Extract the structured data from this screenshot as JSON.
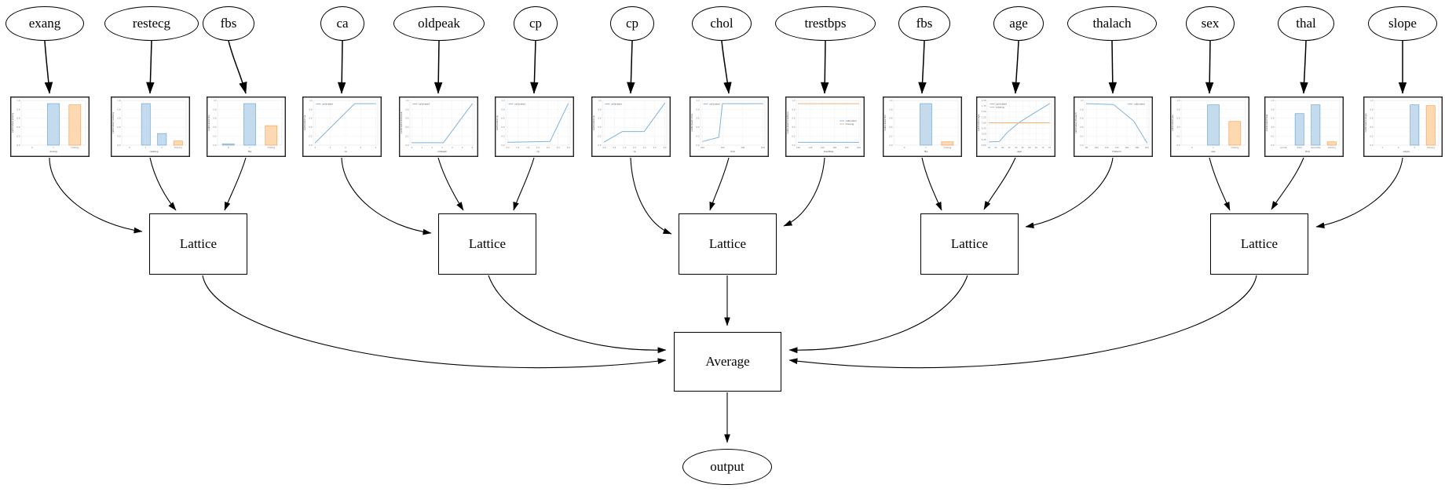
{
  "diagram": {
    "feature_nodes": [
      "exang",
      "restecg",
      "fbs",
      "ca",
      "oldpeak",
      "cp",
      "cp",
      "chol",
      "trestbps",
      "fbs",
      "age",
      "thalach",
      "sex",
      "thal",
      "slope"
    ],
    "lattice_label": "Lattice",
    "average_label": "Average",
    "output_label": "output",
    "structure": {
      "groups": [
        {
          "lattice": 1,
          "features": [
            "exang",
            "restecg",
            "fbs"
          ]
        },
        {
          "lattice": 2,
          "features": [
            "ca",
            "oldpeak",
            "cp"
          ]
        },
        {
          "lattice": 3,
          "features": [
            "cp",
            "chol",
            "trestbps"
          ]
        },
        {
          "lattice": 4,
          "features": [
            "fbs",
            "age",
            "thalach"
          ]
        },
        {
          "lattice": 5,
          "features": [
            "sex",
            "thal",
            "slope"
          ]
        }
      ],
      "aggregation": "Average",
      "output": "output"
    }
  },
  "colors": {
    "edge": "#000000",
    "node_border": "#000000",
    "chart_border": "#222222",
    "grid": "#ebebeb",
    "line_blue": "#7eb3de",
    "line_orange": "#fcae6b",
    "bar_blue_fill": "#c4daed",
    "bar_blue_edge": "#5d9fd3",
    "bar_orange_fill": "#fcd9b0",
    "bar_orange_edge": "#f79646",
    "tick_text": "#777777",
    "label_text": "#444444"
  },
  "chart_data": [
    {
      "feature": "exang",
      "type": "bar",
      "ylabel": "calibrated exang",
      "xlabel": "exang",
      "categories": [
        "0",
        "1",
        "missing"
      ],
      "values": [
        0,
        1.0,
        0.97
      ],
      "yticks": [
        "1.0",
        "0.8",
        "0.6",
        "0.4",
        "0.2",
        "0.0"
      ],
      "legend": [],
      "legend_pos": null
    },
    {
      "feature": "restecg",
      "type": "bar",
      "ylabel": "calibrated restecg",
      "xlabel": "restecg",
      "categories": [
        "0",
        "1",
        "2",
        "missing"
      ],
      "values": [
        0,
        1.0,
        0.28,
        0.1
      ],
      "yticks": [
        "1.0",
        "0.8",
        "0.6",
        "0.4",
        "0.2",
        "0.0"
      ],
      "legend": [],
      "legend_pos": null
    },
    {
      "feature": "fbs",
      "type": "bar",
      "ylabel": "calibrated fbs",
      "xlabel": "fbs",
      "categories": [
        "0",
        "1",
        "missing"
      ],
      "values": [
        0.03,
        1.0,
        0.47
      ],
      "yticks": [
        "1.0",
        "0.8",
        "0.6",
        "0.4",
        "0.2",
        "0.0"
      ],
      "legend": [],
      "legend_pos": null
    },
    {
      "feature": "ca",
      "type": "line",
      "ylabel": "calibrated ca",
      "xlabel": "ca",
      "series": [
        {
          "name": "calibrated",
          "color": "blue",
          "x": [
            0,
            0.65,
            1
          ],
          "y": [
            0.03,
            0.97,
            0.97
          ]
        }
      ],
      "xticks": [
        "0",
        "1",
        "2",
        "3",
        "4"
      ],
      "yticks": [
        "1.0",
        "0.8",
        "0.6",
        "0.4",
        "0.2",
        "0.0"
      ],
      "legend": [
        {
          "label": "calibrated",
          "color": "blue"
        }
      ],
      "legend_pos": "top-left"
    },
    {
      "feature": "oldpeak",
      "type": "line",
      "ylabel": "calibrated oldpeak",
      "xlabel": "oldpeak",
      "series": [
        {
          "name": "calibrated",
          "color": "blue",
          "x": [
            0,
            0.52,
            1
          ],
          "y": [
            0.03,
            0.03,
            0.97
          ]
        }
      ],
      "xticks": [
        "0",
        "1",
        "2",
        "3",
        "4",
        "5",
        "6"
      ],
      "yticks": [
        "1.0",
        "0.8",
        "0.6",
        "0.4",
        "0.2",
        "0.0"
      ],
      "legend": [
        {
          "label": "calibrated",
          "color": "blue"
        }
      ],
      "legend_pos": "top-left"
    },
    {
      "feature": "cp",
      "type": "line",
      "ylabel": "calibrated cp",
      "xlabel": "cp",
      "series": [
        {
          "name": "calibrated",
          "color": "blue",
          "x": [
            0,
            0.7,
            1
          ],
          "y": [
            0.04,
            0.06,
            0.97
          ]
        }
      ],
      "xticks": [
        "0.0",
        "0.5",
        "1.0",
        "1.5",
        "2.0",
        "2.5",
        "3.0"
      ],
      "yticks": [
        "1.0",
        "0.8",
        "0.6",
        "0.4",
        "0.2",
        "0.0"
      ],
      "legend": [
        {
          "label": "calibrated",
          "color": "blue"
        }
      ],
      "legend_pos": "top-left"
    },
    {
      "feature": "cp",
      "type": "line",
      "ylabel": "calibrated cp",
      "xlabel": "cp",
      "series": [
        {
          "name": "calibrated",
          "color": "blue",
          "x": [
            0,
            0.3,
            0.66,
            1
          ],
          "y": [
            0.05,
            0.3,
            0.3,
            0.98
          ]
        }
      ],
      "xticks": [
        "0.0",
        "0.5",
        "1.0",
        "1.5",
        "2.0",
        "2.5",
        "3.0"
      ],
      "yticks": [
        "1.0",
        "0.8",
        "0.6",
        "0.4",
        "0.2",
        "0.0"
      ],
      "legend": [
        {
          "label": "calibrated",
          "color": "blue"
        }
      ],
      "legend_pos": "top-left"
    },
    {
      "feature": "chol",
      "type": "line",
      "ylabel": "calibrated chol",
      "xlabel": "chol",
      "series": [
        {
          "name": "calibrated",
          "color": "blue",
          "x": [
            0,
            0.27,
            0.33,
            1
          ],
          "y": [
            0.06,
            0.16,
            0.97,
            0.97
          ]
        }
      ],
      "xticks": [
        "200",
        "300",
        "400",
        "500"
      ],
      "yticks": [
        "1.0",
        "0.8",
        "0.6",
        "0.4",
        "0.2",
        "0.0"
      ],
      "legend": [
        {
          "label": "calibrated",
          "color": "blue"
        }
      ],
      "legend_pos": "top-left"
    },
    {
      "feature": "trestbps",
      "type": "line",
      "ylabel": "calibrated trestbps",
      "xlabel": "trestbps",
      "series": [
        {
          "name": "calibrated",
          "color": "blue",
          "x": [
            0,
            1
          ],
          "y": [
            0.04,
            0.04
          ]
        },
        {
          "name": "missing",
          "color": "orange",
          "x": [
            0,
            1
          ],
          "y": [
            0.97,
            0.97
          ]
        }
      ],
      "xticks": [
        "100",
        "120",
        "140",
        "160",
        "180",
        "200"
      ],
      "yticks": [
        "1.0",
        "0.8",
        "0.6",
        "0.4",
        "0.2",
        "0.0"
      ],
      "legend": [
        {
          "label": "calibrated",
          "color": "blue"
        },
        {
          "label": "missing",
          "color": "orange"
        }
      ],
      "legend_pos": "center-right"
    },
    {
      "feature": "fbs",
      "type": "bar",
      "ylabel": "calibrated fbs",
      "xlabel": "fbs",
      "categories": [
        "0",
        "1",
        "missing"
      ],
      "values": [
        0,
        1.0,
        0.08
      ],
      "yticks": [
        "1.0",
        "0.8",
        "0.6",
        "0.4",
        "0.2",
        "0.0"
      ],
      "legend": [],
      "legend_pos": null
    },
    {
      "feature": "age",
      "type": "line",
      "ylabel": "calibrated age",
      "xlabel": "age",
      "series": [
        {
          "name": "calibrated",
          "color": "blue",
          "x": [
            0,
            0.17,
            0.3,
            0.5,
            0.72,
            1
          ],
          "y": [
            0.05,
            0.06,
            0.28,
            0.52,
            0.72,
            0.97
          ]
        },
        {
          "name": "missing",
          "color": "orange",
          "x": [
            0,
            1
          ],
          "y": [
            0.51,
            0.51
          ]
        }
      ],
      "xticks": [
        "30",
        "35",
        "40",
        "45",
        "50",
        "55",
        "60",
        "65",
        "70",
        "75"
      ],
      "yticks": [
        "2.00",
        "1.75",
        "1.50",
        "1.25",
        "1.00",
        "0.75",
        "0.50",
        "0.25",
        "0.00"
      ],
      "legend": [
        {
          "label": "calibrated",
          "color": "blue"
        },
        {
          "label": "missing",
          "color": "orange"
        }
      ],
      "legend_pos": "top-left"
    },
    {
      "feature": "thalach",
      "type": "line",
      "ylabel": "calibrated thalach",
      "xlabel": "thalach",
      "series": [
        {
          "name": "calibrated",
          "color": "blue",
          "x": [
            0,
            0.45,
            0.78,
            1
          ],
          "y": [
            0.97,
            0.95,
            0.55,
            0.03
          ]
        }
      ],
      "xticks": [
        "80",
        "100",
        "120",
        "140",
        "160",
        "180",
        "200"
      ],
      "yticks": [
        "1.0",
        "0.8",
        "0.6",
        "0.4",
        "0.2",
        "0.0"
      ],
      "legend": [
        {
          "label": "calibrated",
          "color": "blue"
        }
      ],
      "legend_pos": "top-right"
    },
    {
      "feature": "sex",
      "type": "bar",
      "ylabel": "calibrated sex",
      "xlabel": "sex",
      "categories": [
        "0",
        "1",
        "missing"
      ],
      "values": [
        0,
        0.97,
        0.57
      ],
      "yticks": [
        "1.0",
        "0.8",
        "0.6",
        "0.4",
        "0.2",
        "0.0"
      ],
      "legend": [],
      "legend_pos": null
    },
    {
      "feature": "thal",
      "type": "bar",
      "ylabel": "calibrated thal",
      "xlabel": "thal",
      "categories": [
        "normal",
        "fixed",
        "reversible",
        "missing"
      ],
      "values": [
        0,
        0.76,
        0.97,
        0.08
      ],
      "yticks": [
        "1.0",
        "0.8",
        "0.6",
        "0.4",
        "0.2",
        "0.0"
      ],
      "legend": [],
      "legend_pos": null
    },
    {
      "feature": "slope",
      "type": "bar",
      "ylabel": "calibrated slope",
      "xlabel": "slope",
      "categories": [
        "1",
        "2",
        "3",
        "missing"
      ],
      "values": [
        0,
        0,
        0.97,
        0.95
      ],
      "yticks": [
        "1.0",
        "0.8",
        "0.6",
        "0.4",
        "0.2",
        "0.0"
      ],
      "legend": [],
      "legend_pos": null
    }
  ]
}
